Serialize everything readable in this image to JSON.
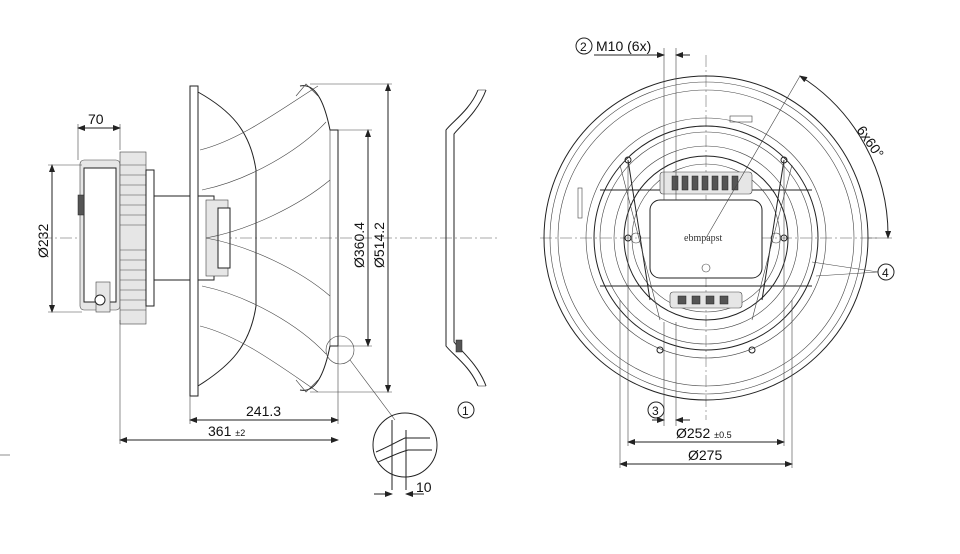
{
  "dimensions": {
    "d70": "70",
    "d232": "Ø232",
    "d3604": "Ø360.4",
    "d5142": "Ø514.2",
    "d2413": "241.3",
    "d361": "361",
    "d361_tol": "±2",
    "d10": "10",
    "d252": "Ø252",
    "d252_tol": "±0.5",
    "d275": "Ø275",
    "angle": "6x60°",
    "m10": "M10 (6x)"
  },
  "callouts": {
    "c1": "1",
    "c2": "2",
    "c3": "3",
    "c4": "4"
  },
  "logo_text": "ebmpapst"
}
